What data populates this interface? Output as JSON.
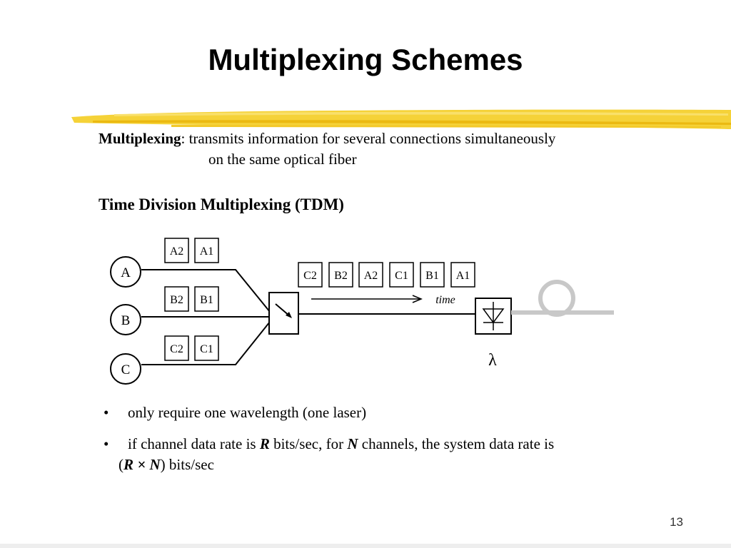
{
  "title": "Multiplexing Schemes",
  "definition": {
    "term": "Multiplexing",
    "text_line1": ": transmits information for several connections simultaneously",
    "text_line2": "on the same optical fiber"
  },
  "subheading": "Time Division Multiplexing (TDM)",
  "diagram": {
    "nodes": [
      "A",
      "B",
      "C"
    ],
    "packets_a": [
      "A2",
      "A1"
    ],
    "packets_b": [
      "B2",
      "B1"
    ],
    "packets_c": [
      "C2",
      "C1"
    ],
    "stream": [
      "C2",
      "B2",
      "A2",
      "C1",
      "B1",
      "A1"
    ],
    "time_label": "time",
    "wavelength_symbol": "λ",
    "icons": [
      "switch-icon",
      "photodetector-icon",
      "fiber-coil-icon"
    ]
  },
  "bullets": {
    "b1": "only require one wavelength (one laser)",
    "b2": {
      "p1": "if channel data rate is ",
      "r": "R",
      "p2": " bits/sec, for ",
      "n": "N",
      "p3": " channels, the system data rate is",
      "p4": "(",
      "r2": "R",
      "times": " × ",
      "n2": "N",
      "p5": ") bits/sec"
    }
  },
  "slide_number": "13",
  "colors": {
    "brush_stroke": "#f2c81e",
    "fiber_coil": "#c8c8c8"
  }
}
